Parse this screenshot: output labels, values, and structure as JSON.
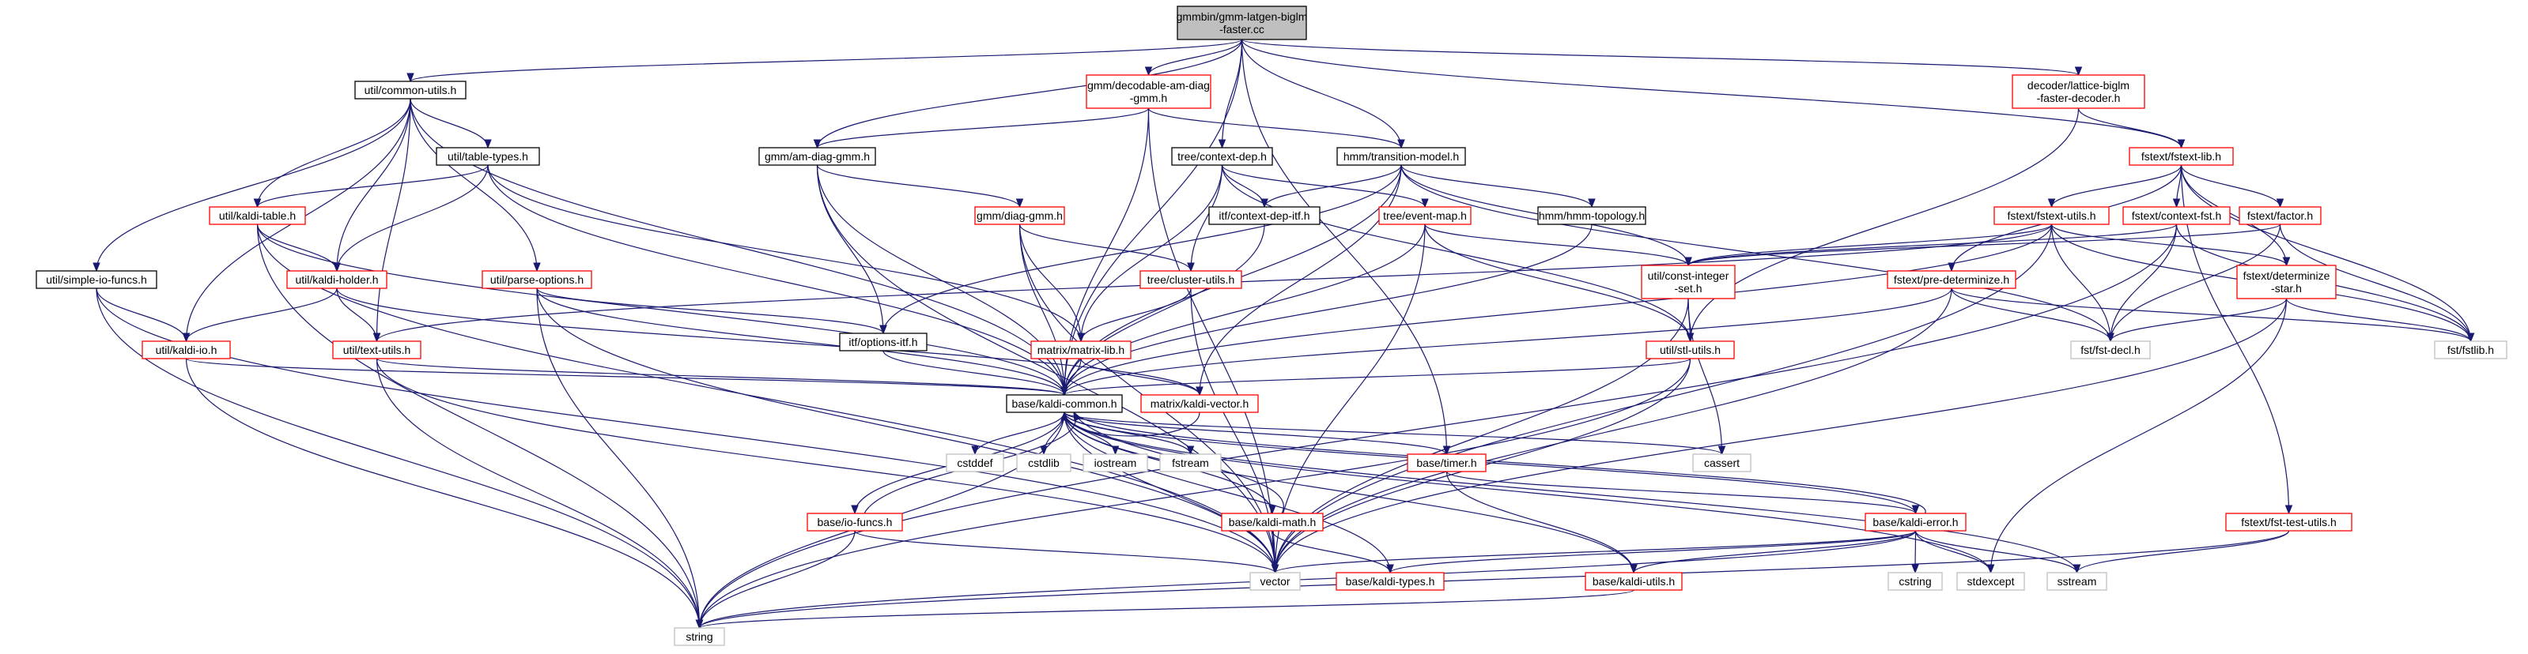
{
  "graph": {
    "colors": {
      "edge": "#191970",
      "root_fill": "#bfbfbf",
      "root_border": "#000000",
      "normal_border": "#000000",
      "linked_border": "#ff0000",
      "system_border": "#bfbfbf"
    },
    "nodes": [
      {
        "id": "root",
        "lines": [
          "gmmbin/gmm-latgen-biglm",
          "-faster.cc"
        ],
        "style": "root"
      },
      {
        "id": "common_utils",
        "lines": [
          "util/common-utils.h"
        ],
        "style": "normal"
      },
      {
        "id": "decodable",
        "lines": [
          "gmm/decodable-am-diag",
          "-gmm.h"
        ],
        "style": "linked"
      },
      {
        "id": "lattice_biglm",
        "lines": [
          "decoder/lattice-biglm",
          "-faster-decoder.h"
        ],
        "style": "linked"
      },
      {
        "id": "table_types",
        "lines": [
          "util/table-types.h"
        ],
        "style": "normal"
      },
      {
        "id": "am_diag_gmm",
        "lines": [
          "gmm/am-diag-gmm.h"
        ],
        "style": "normal"
      },
      {
        "id": "context_dep",
        "lines": [
          "tree/context-dep.h"
        ],
        "style": "normal"
      },
      {
        "id": "transition_model",
        "lines": [
          "hmm/transition-model.h"
        ],
        "style": "normal"
      },
      {
        "id": "fstext_lib",
        "lines": [
          "fstext/fstext-lib.h"
        ],
        "style": "linked"
      },
      {
        "id": "kaldi_table",
        "lines": [
          "util/kaldi-table.h"
        ],
        "style": "linked"
      },
      {
        "id": "diag_gmm",
        "lines": [
          "gmm/diag-gmm.h"
        ],
        "style": "linked"
      },
      {
        "id": "context_dep_itf",
        "lines": [
          "itf/context-dep-itf.h"
        ],
        "style": "normal"
      },
      {
        "id": "event_map",
        "lines": [
          "tree/event-map.h"
        ],
        "style": "linked"
      },
      {
        "id": "hmm_topology",
        "lines": [
          "hmm/hmm-topology.h"
        ],
        "style": "normal"
      },
      {
        "id": "fstext_utils",
        "lines": [
          "fstext/fstext-utils.h"
        ],
        "style": "linked"
      },
      {
        "id": "context_fst",
        "lines": [
          "fstext/context-fst.h"
        ],
        "style": "linked"
      },
      {
        "id": "factor",
        "lines": [
          "fstext/factor.h"
        ],
        "style": "linked"
      },
      {
        "id": "simple_io_funcs",
        "lines": [
          "util/simple-io-funcs.h"
        ],
        "style": "normal"
      },
      {
        "id": "kaldi_holder",
        "lines": [
          "util/kaldi-holder.h"
        ],
        "style": "linked"
      },
      {
        "id": "cluster_utils",
        "lines": [
          "tree/cluster-utils.h"
        ],
        "style": "linked"
      },
      {
        "id": "const_integer_set",
        "lines": [
          "util/const-integer",
          "-set.h"
        ],
        "style": "linked"
      },
      {
        "id": "pre_determinize",
        "lines": [
          "fstext/pre-determinize.h"
        ],
        "style": "linked"
      },
      {
        "id": "determinize_star",
        "lines": [
          "fstext/determinize",
          "-star.h"
        ],
        "style": "linked"
      },
      {
        "id": "parse_options",
        "lines": [
          "util/parse-options.h"
        ],
        "style": "linked"
      },
      {
        "id": "options_itf",
        "lines": [
          "itf/options-itf.h"
        ],
        "style": "normal"
      },
      {
        "id": "kaldi_io",
        "lines": [
          "util/kaldi-io.h"
        ],
        "style": "linked"
      },
      {
        "id": "text_utils",
        "lines": [
          "util/text-utils.h"
        ],
        "style": "linked"
      },
      {
        "id": "matrix_lib",
        "lines": [
          "matrix/matrix-lib.h"
        ],
        "style": "linked"
      },
      {
        "id": "stl_utils",
        "lines": [
          "util/stl-utils.h"
        ],
        "style": "linked"
      },
      {
        "id": "fst_decl",
        "lines": [
          "fst/fst-decl.h"
        ],
        "style": "system"
      },
      {
        "id": "fstlib",
        "lines": [
          "fst/fstlib.h"
        ],
        "style": "system"
      },
      {
        "id": "kaldi_common",
        "lines": [
          "base/kaldi-common.h"
        ],
        "style": "normal"
      },
      {
        "id": "kaldi_vector",
        "lines": [
          "matrix/kaldi-vector.h"
        ],
        "style": "linked"
      },
      {
        "id": "cassert",
        "lines": [
          "cassert"
        ],
        "style": "system"
      },
      {
        "id": "cstddef",
        "lines": [
          "cstddef"
        ],
        "style": "system"
      },
      {
        "id": "cstdlib",
        "lines": [
          "cstdlib"
        ],
        "style": "system"
      },
      {
        "id": "iostream",
        "lines": [
          "iostream"
        ],
        "style": "system"
      },
      {
        "id": "fstream",
        "lines": [
          "fstream"
        ],
        "style": "system"
      },
      {
        "id": "timer",
        "lines": [
          "base/timer.h"
        ],
        "style": "linked"
      },
      {
        "id": "io_funcs",
        "lines": [
          "base/io-funcs.h"
        ],
        "style": "linked"
      },
      {
        "id": "kaldi_math",
        "lines": [
          "base/kaldi-math.h"
        ],
        "style": "linked"
      },
      {
        "id": "kaldi_error",
        "lines": [
          "base/kaldi-error.h"
        ],
        "style": "linked"
      },
      {
        "id": "fst_test_utils",
        "lines": [
          "fstext/fst-test-utils.h"
        ],
        "style": "linked"
      },
      {
        "id": "vector",
        "lines": [
          "vector"
        ],
        "style": "system"
      },
      {
        "id": "kaldi_types",
        "lines": [
          "base/kaldi-types.h"
        ],
        "style": "linked"
      },
      {
        "id": "kaldi_utils",
        "lines": [
          "base/kaldi-utils.h"
        ],
        "style": "linked"
      },
      {
        "id": "cstring",
        "lines": [
          "cstring"
        ],
        "style": "system"
      },
      {
        "id": "stdexcept",
        "lines": [
          "stdexcept"
        ],
        "style": "system"
      },
      {
        "id": "sstream",
        "lines": [
          "sstream"
        ],
        "style": "system"
      },
      {
        "id": "string",
        "lines": [
          "string"
        ],
        "style": "system"
      }
    ],
    "edges": [
      [
        "root",
        "common_utils"
      ],
      [
        "root",
        "decodable"
      ],
      [
        "root",
        "lattice_biglm"
      ],
      [
        "root",
        "am_diag_gmm"
      ],
      [
        "root",
        "context_dep"
      ],
      [
        "root",
        "transition_model"
      ],
      [
        "root",
        "fstext_lib"
      ],
      [
        "root",
        "kaldi_common"
      ],
      [
        "root",
        "timer"
      ],
      [
        "common_utils",
        "table_types"
      ],
      [
        "common_utils",
        "kaldi_table"
      ],
      [
        "common_utils",
        "kaldi_holder"
      ],
      [
        "common_utils",
        "simple_io_funcs"
      ],
      [
        "common_utils",
        "kaldi_io"
      ],
      [
        "common_utils",
        "parse_options"
      ],
      [
        "common_utils",
        "text_utils"
      ],
      [
        "common_utils",
        "kaldi_common"
      ],
      [
        "decodable",
        "am_diag_gmm"
      ],
      [
        "decodable",
        "transition_model"
      ],
      [
        "decodable",
        "kaldi_common"
      ],
      [
        "decodable",
        "vector"
      ],
      [
        "lattice_biglm",
        "fstext_lib"
      ],
      [
        "lattice_biglm",
        "stl_utils"
      ],
      [
        "table_types",
        "kaldi_table"
      ],
      [
        "table_types",
        "kaldi_holder"
      ],
      [
        "table_types",
        "matrix_lib"
      ],
      [
        "table_types",
        "kaldi_common"
      ],
      [
        "am_diag_gmm",
        "diag_gmm"
      ],
      [
        "am_diag_gmm",
        "options_itf"
      ],
      [
        "am_diag_gmm",
        "kaldi_common"
      ],
      [
        "am_diag_gmm",
        "vector"
      ],
      [
        "context_dep",
        "context_dep_itf"
      ],
      [
        "context_dep",
        "event_map"
      ],
      [
        "context_dep",
        "cluster_utils"
      ],
      [
        "context_dep",
        "matrix_lib"
      ],
      [
        "context_dep",
        "stl_utils"
      ],
      [
        "transition_model",
        "hmm_topology"
      ],
      [
        "transition_model",
        "context_dep_itf"
      ],
      [
        "transition_model",
        "options_itf"
      ],
      [
        "transition_model",
        "const_integer_set"
      ],
      [
        "transition_model",
        "kaldi_vector"
      ],
      [
        "transition_model",
        "kaldi_common"
      ],
      [
        "transition_model",
        "fst_decl"
      ],
      [
        "fstext_lib",
        "fstext_utils"
      ],
      [
        "fstext_lib",
        "context_fst"
      ],
      [
        "fstext_lib",
        "factor"
      ],
      [
        "fstext_lib",
        "pre_determinize"
      ],
      [
        "fstext_lib",
        "determinize_star"
      ],
      [
        "fstext_lib",
        "fst_test_utils"
      ],
      [
        "fstext_lib",
        "fstlib"
      ],
      [
        "kaldi_table",
        "kaldi_holder"
      ],
      [
        "kaldi_table",
        "kaldi_common"
      ],
      [
        "kaldi_table",
        "vector"
      ],
      [
        "kaldi_table",
        "string"
      ],
      [
        "diag_gmm",
        "cluster_utils"
      ],
      [
        "diag_gmm",
        "matrix_lib"
      ],
      [
        "diag_gmm",
        "kaldi_common"
      ],
      [
        "diag_gmm",
        "vector"
      ],
      [
        "context_dep_itf",
        "kaldi_common"
      ],
      [
        "event_map",
        "const_integer_set"
      ],
      [
        "event_map",
        "stl_utils"
      ],
      [
        "event_map",
        "kaldi_common"
      ],
      [
        "event_map",
        "vector"
      ],
      [
        "hmm_topology",
        "kaldi_common"
      ],
      [
        "fstext_utils",
        "const_integer_set"
      ],
      [
        "fstext_utils",
        "text_utils"
      ],
      [
        "fstext_utils",
        "determinize_star"
      ],
      [
        "fstext_utils",
        "fst_decl"
      ],
      [
        "fstext_utils",
        "fstlib"
      ],
      [
        "fstext_utils",
        "kaldi_common"
      ],
      [
        "fstext_utils",
        "vector"
      ],
      [
        "context_fst",
        "const_integer_set"
      ],
      [
        "context_fst",
        "fst_decl"
      ],
      [
        "context_fst",
        "fstlib"
      ],
      [
        "context_fst",
        "string"
      ],
      [
        "factor",
        "const_integer_set"
      ],
      [
        "factor",
        "fst_decl"
      ],
      [
        "factor",
        "fstlib"
      ],
      [
        "simple_io_funcs",
        "kaldi_io"
      ],
      [
        "simple_io_funcs",
        "vector"
      ],
      [
        "simple_io_funcs",
        "string"
      ],
      [
        "kaldi_holder",
        "kaldi_io"
      ],
      [
        "kaldi_holder",
        "text_utils"
      ],
      [
        "kaldi_holder",
        "kaldi_vector"
      ],
      [
        "cluster_utils",
        "matrix_lib"
      ],
      [
        "cluster_utils",
        "vector"
      ],
      [
        "const_integer_set",
        "stl_utils"
      ],
      [
        "const_integer_set",
        "cassert"
      ],
      [
        "const_integer_set",
        "vector"
      ],
      [
        "pre_determinize",
        "fst_decl"
      ],
      [
        "pre_determinize",
        "fstlib"
      ],
      [
        "pre_determinize",
        "kaldi_common"
      ],
      [
        "pre_determinize",
        "vector"
      ],
      [
        "determinize_star",
        "fst_decl"
      ],
      [
        "determinize_star",
        "fstlib"
      ],
      [
        "determinize_star",
        "vector"
      ],
      [
        "determinize_star",
        "stdexcept"
      ],
      [
        "parse_options",
        "options_itf"
      ],
      [
        "parse_options",
        "kaldi_common"
      ],
      [
        "parse_options",
        "vector"
      ],
      [
        "parse_options",
        "string"
      ],
      [
        "options_itf",
        "kaldi_common"
      ],
      [
        "kaldi_io",
        "kaldi_common"
      ],
      [
        "kaldi_io",
        "string"
      ],
      [
        "text_utils",
        "kaldi_common"
      ],
      [
        "text_utils",
        "vector"
      ],
      [
        "text_utils",
        "string"
      ],
      [
        "matrix_lib",
        "kaldi_vector"
      ],
      [
        "matrix_lib",
        "kaldi_common"
      ],
      [
        "stl_utils",
        "kaldi_common"
      ],
      [
        "stl_utils",
        "vector"
      ],
      [
        "stl_utils",
        "string"
      ],
      [
        "kaldi_vector",
        "kaldi_common"
      ],
      [
        "kaldi_common",
        "cassert"
      ],
      [
        "kaldi_common",
        "cstddef"
      ],
      [
        "kaldi_common",
        "cstdlib"
      ],
      [
        "kaldi_common",
        "iostream"
      ],
      [
        "kaldi_common",
        "fstream"
      ],
      [
        "kaldi_common",
        "timer"
      ],
      [
        "kaldi_common",
        "io_funcs"
      ],
      [
        "kaldi_common",
        "kaldi_math"
      ],
      [
        "kaldi_common",
        "kaldi_error"
      ],
      [
        "kaldi_common",
        "kaldi_types"
      ],
      [
        "kaldi_common",
        "kaldi_utils"
      ],
      [
        "kaldi_common",
        "vector"
      ],
      [
        "kaldi_common",
        "string"
      ],
      [
        "kaldi_common",
        "stdexcept"
      ],
      [
        "kaldi_common",
        "sstream"
      ],
      [
        "timer",
        "kaldi_error"
      ],
      [
        "timer",
        "kaldi_utils"
      ],
      [
        "io_funcs",
        "kaldi_common"
      ],
      [
        "io_funcs",
        "vector"
      ],
      [
        "io_funcs",
        "string"
      ],
      [
        "kaldi_math",
        "kaldi_common"
      ],
      [
        "kaldi_math",
        "kaldi_types"
      ],
      [
        "kaldi_math",
        "vector"
      ],
      [
        "kaldi_error",
        "kaldi_common"
      ],
      [
        "kaldi_error",
        "vector"
      ],
      [
        "kaldi_error",
        "kaldi_types"
      ],
      [
        "kaldi_error",
        "kaldi_utils"
      ],
      [
        "kaldi_error",
        "cstring"
      ],
      [
        "kaldi_error",
        "stdexcept"
      ],
      [
        "kaldi_error",
        "sstream"
      ],
      [
        "kaldi_error",
        "string"
      ],
      [
        "fst_test_utils",
        "sstream"
      ],
      [
        "fst_test_utils",
        "string"
      ],
      [
        "kaldi_utils",
        "string"
      ]
    ]
  }
}
